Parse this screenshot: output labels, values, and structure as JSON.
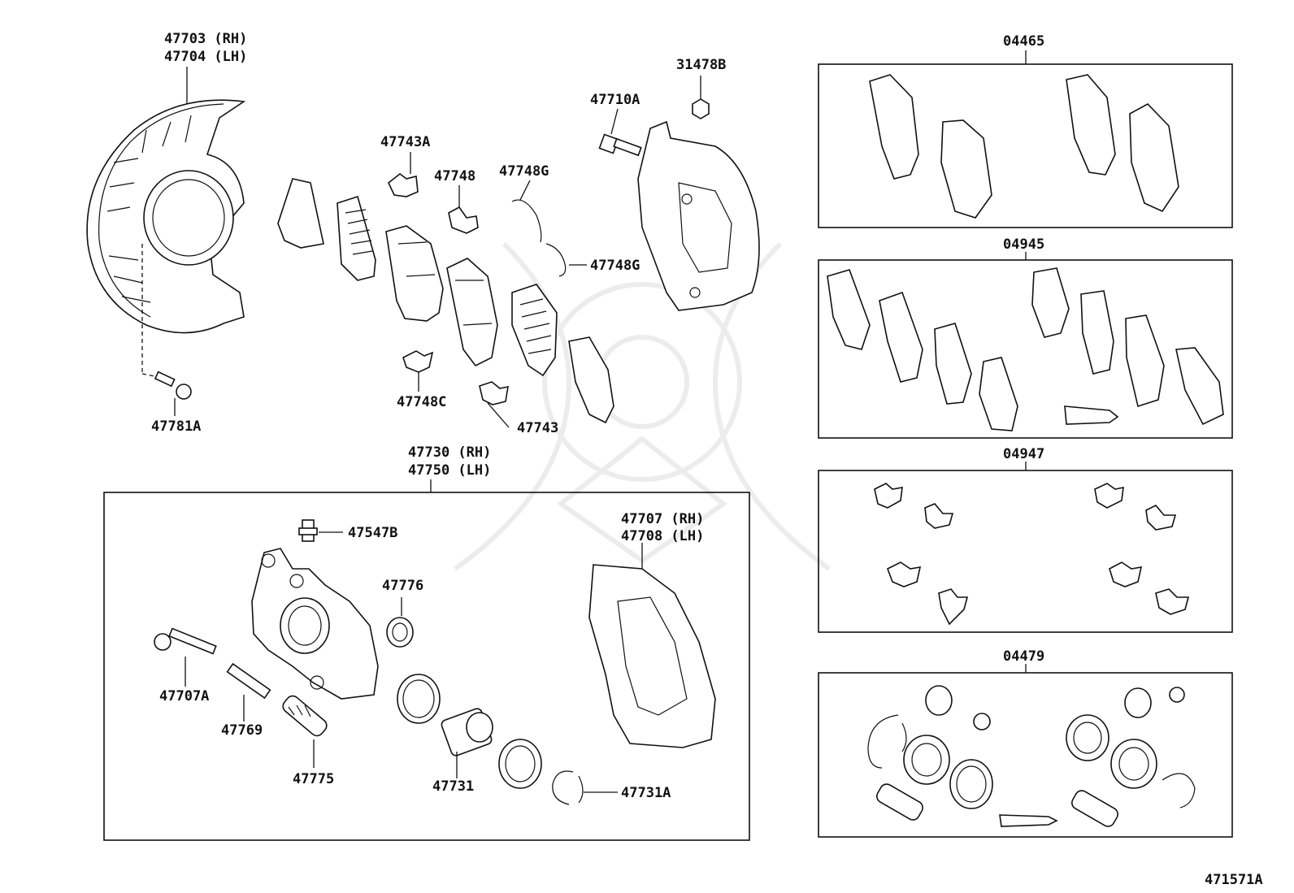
{
  "diagram_id": "471571A",
  "labels": {
    "p47703": "47703 (RH)",
    "p47704": "47704 (LH)",
    "p47781A": "47781A",
    "p47743A": "47743A",
    "p47748": "47748",
    "p47748G_1": "47748G",
    "p47748G_2": "47748G",
    "p47748C": "47748C",
    "p47743": "47743",
    "p31478B": "31478B",
    "p47710A": "47710A",
    "p47730": "47730 (RH)",
    "p47750": "47750 (LH)",
    "p47547B": "47547B",
    "p47776": "47776",
    "p47707": "47707 (RH)",
    "p47708": "47708 (LH)",
    "p47707A": "47707A",
    "p47769": "47769",
    "p47775": "47775",
    "p47731": "47731",
    "p47731A": "47731A"
  },
  "kits": {
    "k04465": "04465",
    "k04945": "04945",
    "k04947": "04947",
    "k04479": "04479"
  }
}
